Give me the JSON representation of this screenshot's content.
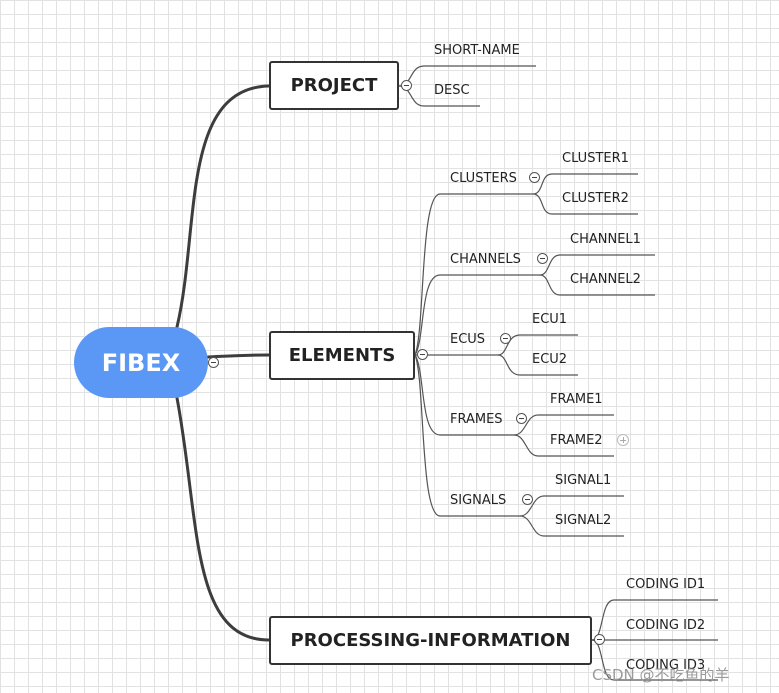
{
  "root": {
    "label": "FIBEX"
  },
  "branches": {
    "project": {
      "label": "PROJECT",
      "children": [
        "SHORT-NAME",
        "DESC"
      ]
    },
    "elements": {
      "label": "ELEMENTS",
      "groups": {
        "clusters": {
          "label": "CLUSTERS",
          "children": [
            "CLUSTER1",
            "CLUSTER2"
          ]
        },
        "channels": {
          "label": "CHANNELS",
          "children": [
            "CHANNEL1",
            "CHANNEL2"
          ]
        },
        "ecus": {
          "label": "ECUS",
          "children": [
            "ECU1",
            "ECU2"
          ]
        },
        "frames": {
          "label": "FRAMES",
          "children": [
            "FRAME1",
            "FRAME2"
          ]
        },
        "signals": {
          "label": "SIGNALS",
          "children": [
            "SIGNAL1",
            "SIGNAL2"
          ]
        }
      }
    },
    "processing": {
      "label": "PROCESSING-INFORMATION",
      "children": [
        "CODING ID1",
        "CODING ID2",
        "CODING ID3"
      ]
    }
  },
  "watermark": "CSDN @不吃鱼的羊",
  "colors": {
    "root_fill": "#5b97f4",
    "connector": "#444444",
    "grid": "#e2e2e2"
  }
}
